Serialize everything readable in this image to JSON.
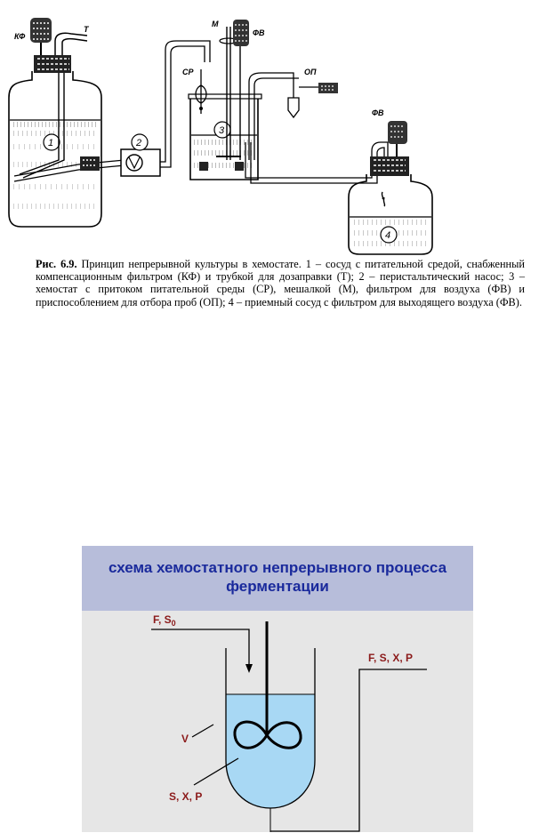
{
  "figure1": {
    "labels": {
      "kf": "КФ",
      "t": "Т",
      "m": "М",
      "fv_top": "ФВ",
      "sr": "СР",
      "op": "ОП",
      "fv_right": "ФВ"
    },
    "numbers": [
      "1",
      "2",
      "3",
      "4"
    ],
    "caption": {
      "fig_label": "Рис. 6.9.",
      "text": "Принцип непрерывной культуры в хемостате. 1 – сосуд с питательной средой, снабженный компенсационным фильтром (КФ) и трубкой для дозаправки (Т); 2 – перистальтический насос; 3 – хемостат с притоком питательной среды (СР), мешалкой (М), фильтром для воздуха (ФВ) и приспособлением для отбора проб (ОП); 4 – приемный сосуд с фильтром для выходящего воздуха (ФВ)."
    }
  },
  "slide": {
    "title": "схема хемостатного непрерывного процесса ферментации",
    "labels": {
      "inlet_main": "F, S",
      "inlet_sub": "0",
      "outlet": "F, S, X, P",
      "volume": "V",
      "contents": "S, X, P"
    },
    "colors": {
      "header_bg": "#b7bdda",
      "title": "#1a2a9c",
      "label": "#8b1a1a",
      "liquid": "#a8d8f4"
    }
  }
}
